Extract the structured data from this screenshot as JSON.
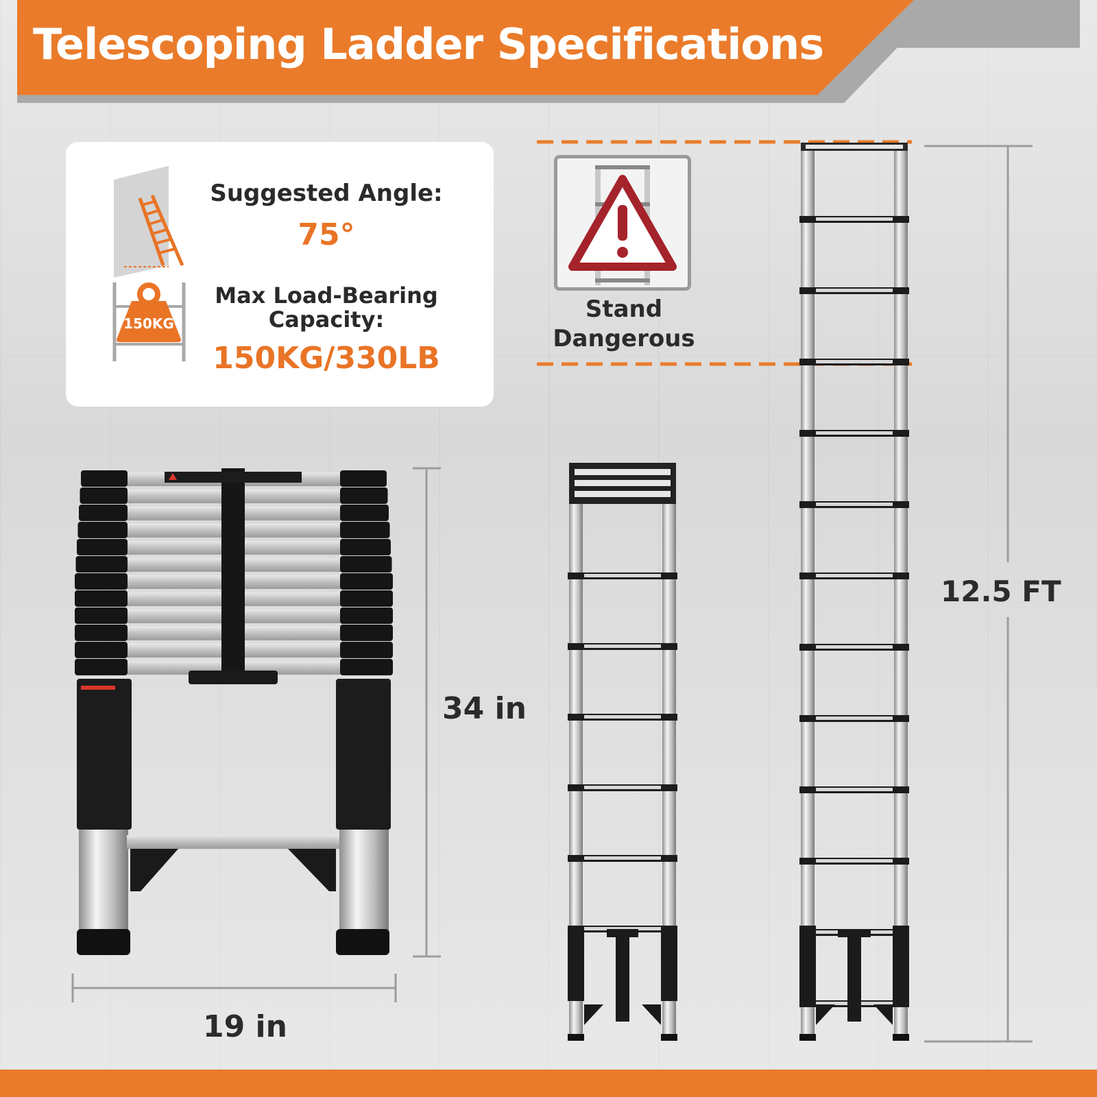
{
  "header": {
    "title": "Telescoping Ladder Specifications",
    "accent_color": "#ea7b2a"
  },
  "specs": {
    "angle_label": "Suggested Angle:",
    "angle_value": "75°",
    "load_label_line1": "Max Load-Bearing",
    "load_label_line2": "Capacity:",
    "load_value": "150KG/330LB",
    "weight_icon_text": "150KG"
  },
  "warning": {
    "label_line1": "Stand",
    "label_line2": "Dangerous"
  },
  "dimensions": {
    "collapsed_height": "34 in",
    "collapsed_width": "19 in",
    "extended_height": "12.5 FT"
  },
  "icons": [
    "ladder-angle-icon",
    "weight-capacity-icon",
    "warning-triangle-icon"
  ]
}
